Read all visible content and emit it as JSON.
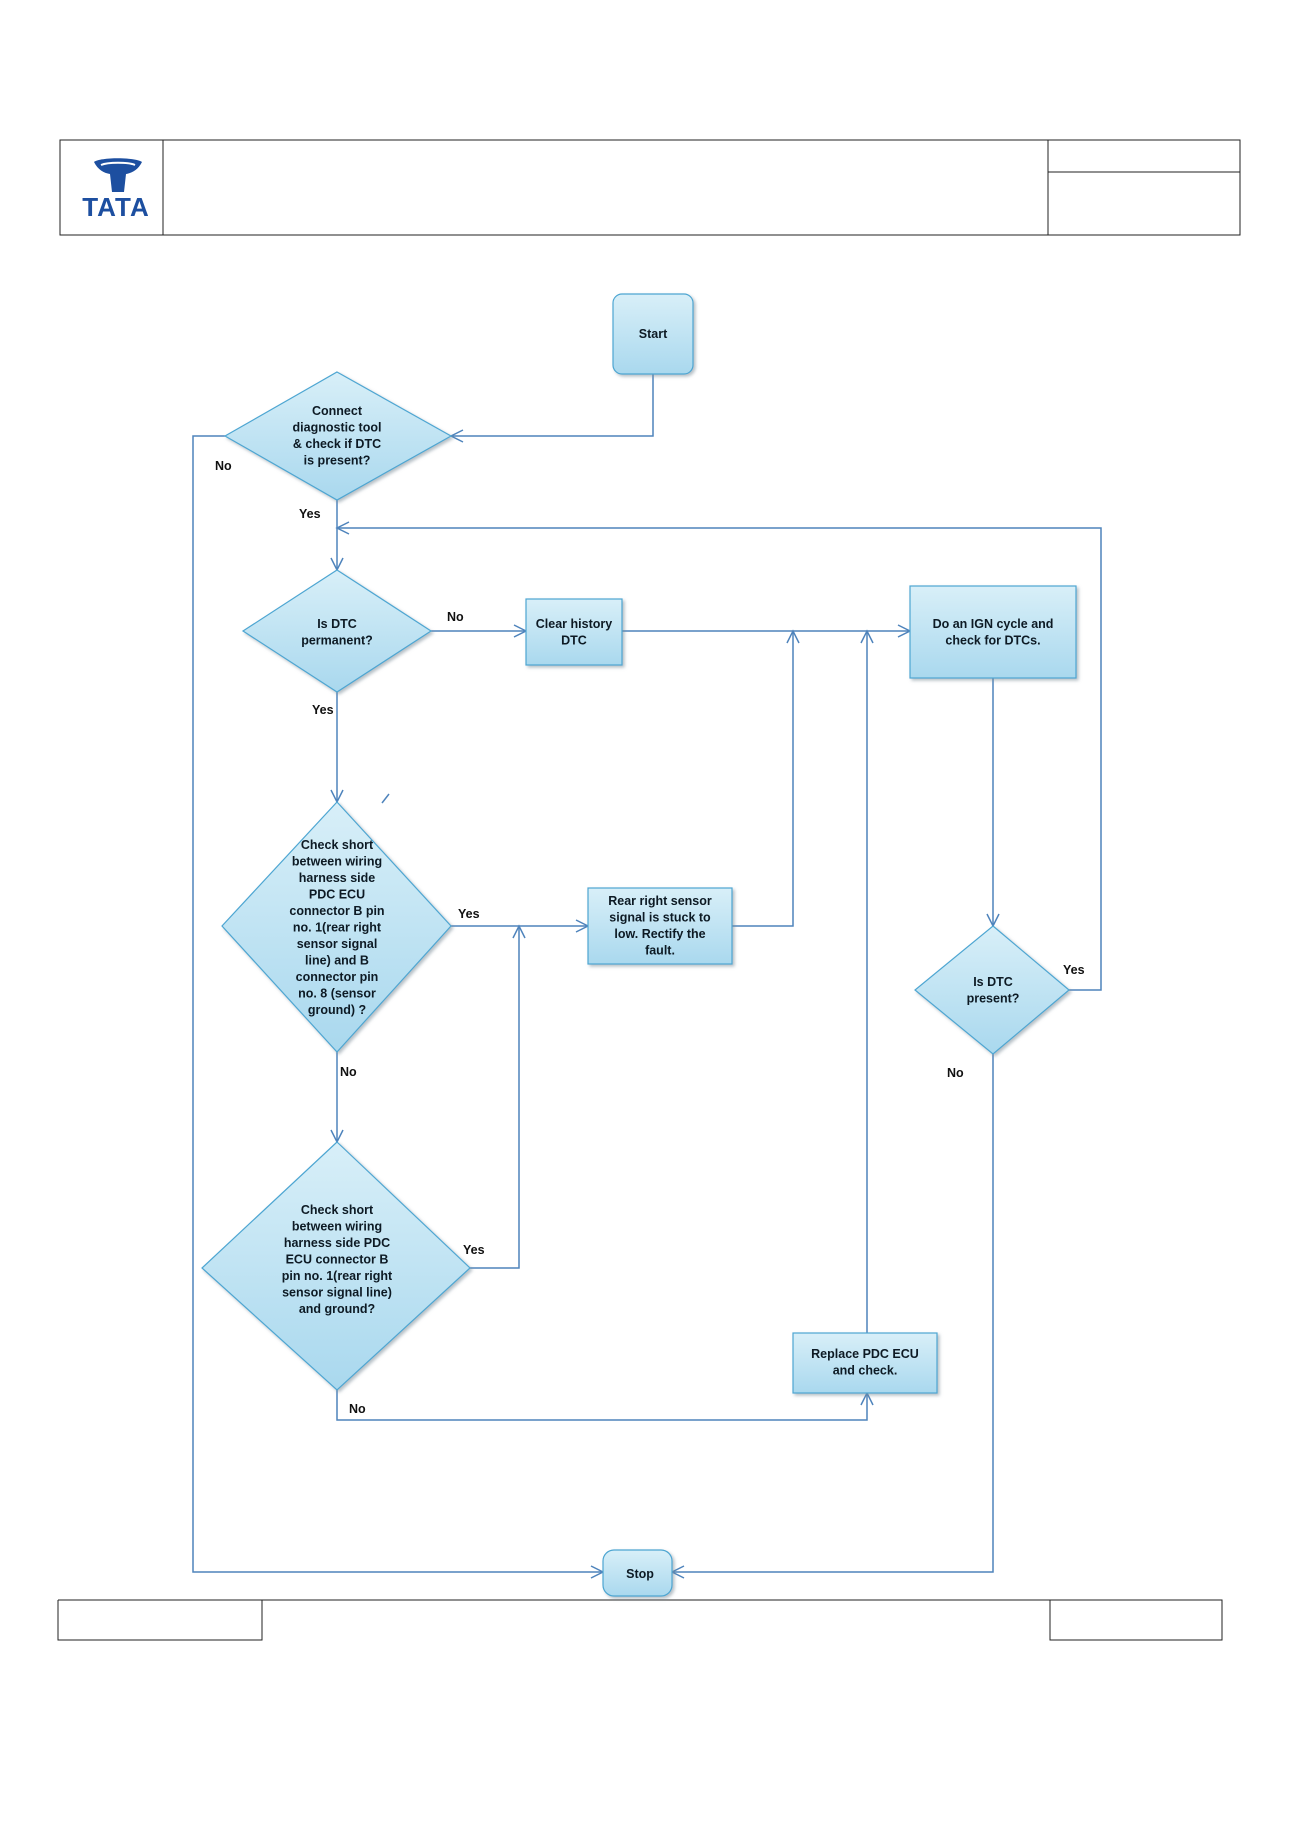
{
  "header": {
    "brand": "TATA"
  },
  "colors": {
    "node_fill": "#bfe3f2",
    "node_stroke": "#4ea6d2",
    "edge": "#4f84bc"
  },
  "nodes": {
    "start": "Start",
    "q_connect": [
      "Connect",
      "diagnostic tool",
      "& check if DTC",
      "is present?"
    ],
    "q_permanent": [
      "Is DTC",
      "permanent?"
    ],
    "clear_history": [
      "Clear history",
      "DTC"
    ],
    "ign_cycle": [
      "Do an IGN cycle and",
      "check for DTCs."
    ],
    "q_short_b8": [
      "Check short",
      "between wiring",
      "harness  side",
      "PDC ECU",
      "connector B pin",
      "no. 1(rear right",
      "sensor signal",
      "line) and  B",
      "connector pin",
      "no. 8 (sensor",
      "ground) ?"
    ],
    "rear_right_low": [
      "Rear right sensor",
      "signal is stuck to",
      "low. Rectify  the",
      "fault."
    ],
    "q_dtc_present": [
      "Is DTC",
      "present?"
    ],
    "q_short_ground": [
      "Check short",
      "between wiring",
      "harness side PDC",
      "ECU  connector B",
      "pin no. 1(rear right",
      "sensor signal line)",
      "and  ground?"
    ],
    "replace_ecu": [
      "Replace PDC ECU",
      "and check."
    ],
    "stop": "Stop"
  },
  "edge_labels": {
    "connect_no": "No",
    "connect_yes": "Yes",
    "permanent_no": "No",
    "permanent_yes": "Yes",
    "short_b8_yes": "Yes",
    "short_b8_no": "No",
    "short_ground_yes": "Yes",
    "short_ground_no": "No",
    "dtc_present_yes": "Yes",
    "dtc_present_no": "No"
  }
}
